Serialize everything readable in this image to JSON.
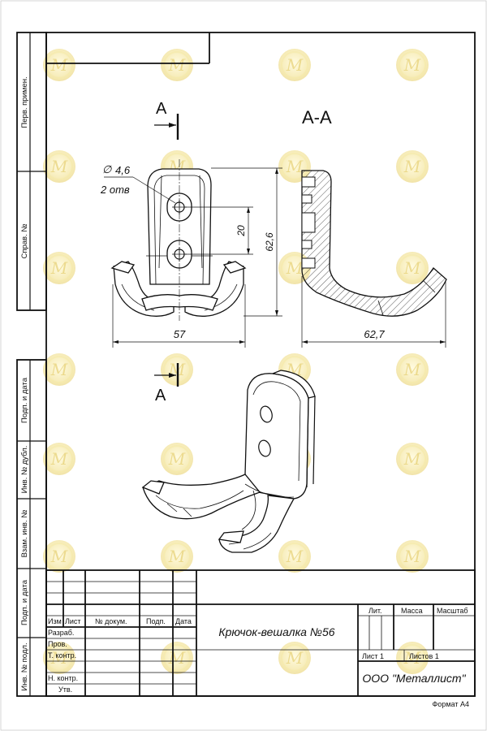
{
  "section_label_top": "А",
  "section_label_bottom": "А",
  "section_view_title": "А-А",
  "dimensions": {
    "hole_diameter": "4,6",
    "hole_count": "2 отв",
    "hole_spacing": "20",
    "height": "62,6",
    "width": "57",
    "depth": "62,7"
  },
  "side_columns": [
    "Перв. примен.",
    "Справ. №",
    "Подп. и дата",
    "Инв. № дубл.",
    "Взам. инв. №",
    "Подп. и дата",
    "Инв. № подл."
  ],
  "title_block": {
    "col_headers": [
      "Изм",
      "Лист",
      "№ докум.",
      "Подп.",
      "Дата"
    ],
    "row_labels": [
      "Разраб.",
      "Пров.",
      "Т. контр.",
      "",
      "Н. контр.",
      "Утв."
    ],
    "drawing_title": "Крючок-вешалка №56",
    "lit_label": "Лит.",
    "mass_label": "Масса",
    "scale_label": "Масштаб",
    "sheet_label": "Лист 1",
    "sheets_label": "Листов 1",
    "organization": "ООО \"Металлист\"",
    "format": "Формат А4"
  },
  "watermark_text": "M"
}
